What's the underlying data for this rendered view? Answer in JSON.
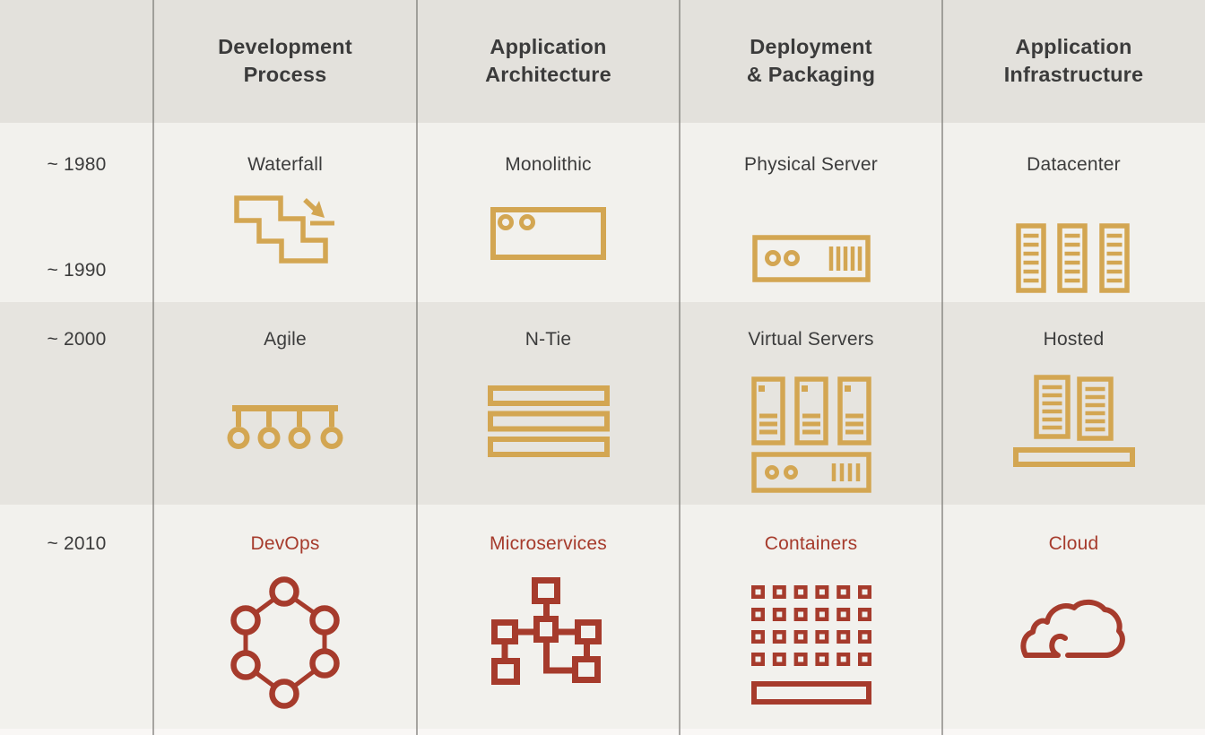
{
  "palette": {
    "gold": "#D3A652",
    "red": "#A63B2C",
    "heading_text": "#3B3B3B",
    "label_text": "#3C3C3C",
    "row_light": "#F2F1ED",
    "row_dark": "#E6E4DF",
    "header_bg": "#E3E1DC",
    "divider": "#9C9A95"
  },
  "header": {
    "columns": [
      [
        "Development",
        "Process"
      ],
      [
        "Application",
        "Architecture"
      ],
      [
        "Deployment",
        "& Packaging"
      ],
      [
        "Application",
        "Infrastructure"
      ]
    ]
  },
  "rows": [
    {
      "periods": [
        "~ 1980",
        "~ 1990"
      ],
      "accent": "#D3A652",
      "cells": [
        {
          "label": "Waterfall",
          "icon": "waterfall-icon"
        },
        {
          "label": "Monolithic",
          "icon": "monolith-icon"
        },
        {
          "label": "Physical Server",
          "icon": "physical-server-icon"
        },
        {
          "label": "Datacenter",
          "icon": "datacenter-icon"
        }
      ]
    },
    {
      "periods": [
        "~ 2000"
      ],
      "accent": "#D3A652",
      "cells": [
        {
          "label": "Agile",
          "icon": "agile-icon"
        },
        {
          "label": "N-Tie",
          "icon": "n-tier-stack-icon"
        },
        {
          "label": "Virtual Servers",
          "icon": "virtual-servers-icon"
        },
        {
          "label": "Hosted",
          "icon": "hosted-racks-icon"
        }
      ]
    },
    {
      "periods": [
        "~ 2010"
      ],
      "accent": "#A63B2C",
      "cells": [
        {
          "label": "DevOps",
          "icon": "devops-cycle-icon"
        },
        {
          "label": "Microservices",
          "icon": "microservices-icon"
        },
        {
          "label": "Containers",
          "icon": "containers-grid-icon"
        },
        {
          "label": "Cloud",
          "icon": "cloud-icon"
        }
      ]
    }
  ]
}
